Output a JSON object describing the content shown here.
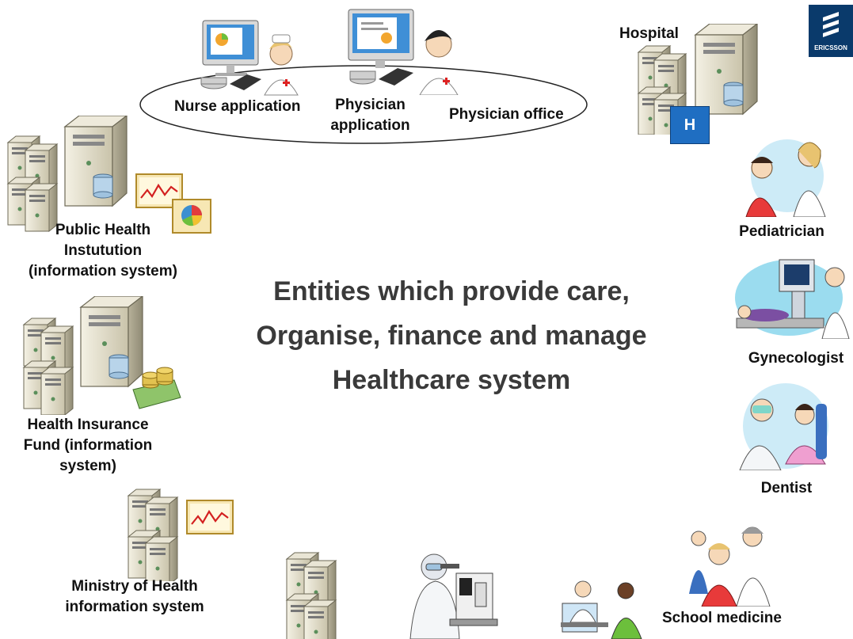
{
  "brand": {
    "logo_text": "ERICSSON",
    "color": "#0a3a6b"
  },
  "title": {
    "line1": "Entities which provide care,",
    "line2": "Organise, finance and manage",
    "line3": "Healthcare system"
  },
  "physician_office": {
    "label": "Physician office",
    "nurse_app": "Nurse application",
    "physician_app_line1": "Physician",
    "physician_app_line2": "application"
  },
  "hospital": {
    "label": "Hospital",
    "badge": "H"
  },
  "left_entities": {
    "public_health": [
      "Public Health",
      "Instutution",
      "(information system)"
    ],
    "health_insurance": [
      "Health Insurance",
      "Fund (information",
      "system)"
    ],
    "ministry": [
      "Ministry of Health",
      "information system"
    ]
  },
  "right_entities": {
    "pediatrician": "Pediatrician",
    "gynecologist": "Gynecologist",
    "dentist": "Dentist",
    "school_medicine": "School medicine"
  },
  "colors": {
    "server_body": "#d9d4c0",
    "server_dark": "#8a8672",
    "title": "#3a3a3a"
  },
  "icons": [
    "server-cluster-icon",
    "chart-icon",
    "pie-chart-icon",
    "money-icon",
    "computer-icon",
    "nurse-icon",
    "physician-icon",
    "lab-scientist-icon",
    "doctor-patient-icon"
  ]
}
